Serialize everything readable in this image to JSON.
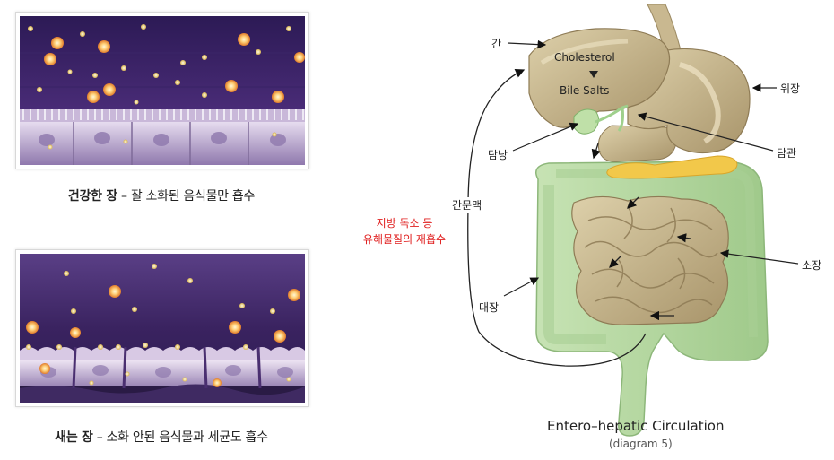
{
  "panels": {
    "healthy": {
      "caption_bold": "건강한 장",
      "caption_rest": " – 잘 소화된 음식물만 흡수"
    },
    "leaky": {
      "caption_bold": "새는 장",
      "caption_rest": " – 소화 안된 음식물과 세균도 흡수"
    }
  },
  "diagram": {
    "labels": {
      "liver": "간",
      "stomach": "위장",
      "gallbladder": "담낭",
      "bile_duct": "담관",
      "portal_vein": "간문맥",
      "small_intestine": "소장",
      "large_intestine": "대장",
      "cholesterol": "Cholesterol",
      "bile_salts": "Bile Salts"
    },
    "note_lines": [
      "지방 독소 등",
      "유해물질의 재흡수"
    ],
    "title": "Entero–hepatic Circulation",
    "subtitle": "(diagram 5)"
  },
  "colors": {
    "panel_bg": "#3a2360",
    "cell_layer": "#b7a3c7",
    "organ": "#c9b890",
    "colon": "#b9d8a6",
    "note_red": "#e02020",
    "pancreas": "#f2c84a"
  }
}
